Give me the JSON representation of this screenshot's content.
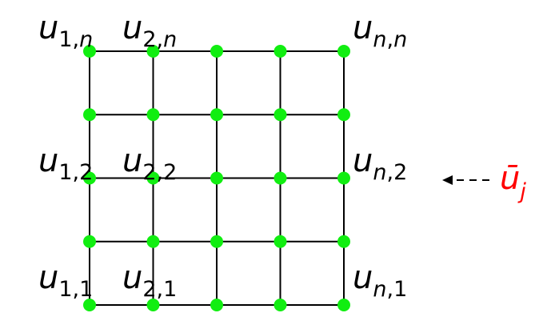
{
  "grid": {
    "rows": 5,
    "cols": 5,
    "line_color": "#000000",
    "node_color": "#11ee11"
  },
  "labels": {
    "u_1_n": {
      "base": "u",
      "sub_a": "1",
      "sub_sep": ",",
      "sub_b": "n"
    },
    "u_2_n": {
      "base": "u",
      "sub_a": "2",
      "sub_sep": ",",
      "sub_b": "n"
    },
    "u_n_n": {
      "base": "u",
      "sub_a": "n",
      "sub_sep": ",",
      "sub_b": "n"
    },
    "u_1_2": {
      "base": "u",
      "sub_a": "1",
      "sub_sep": ",",
      "sub_b": "2"
    },
    "u_2_2": {
      "base": "u",
      "sub_a": "2",
      "sub_sep": ",",
      "sub_b": "2"
    },
    "u_n_2": {
      "base": "u",
      "sub_a": "n",
      "sub_sep": ",",
      "sub_b": "2"
    },
    "u_1_1": {
      "base": "u",
      "sub_a": "1",
      "sub_sep": ",",
      "sub_b": "1"
    },
    "u_2_1": {
      "base": "u",
      "sub_a": "2",
      "sub_sep": ",",
      "sub_b": "1"
    },
    "u_n_1": {
      "base": "u",
      "sub_a": "n",
      "sub_sep": ",",
      "sub_b": "1"
    }
  },
  "row_vector": {
    "base": "ū",
    "sub": "j",
    "color": "#ff0000",
    "arrow_icon": "dashed-left-arrow"
  }
}
